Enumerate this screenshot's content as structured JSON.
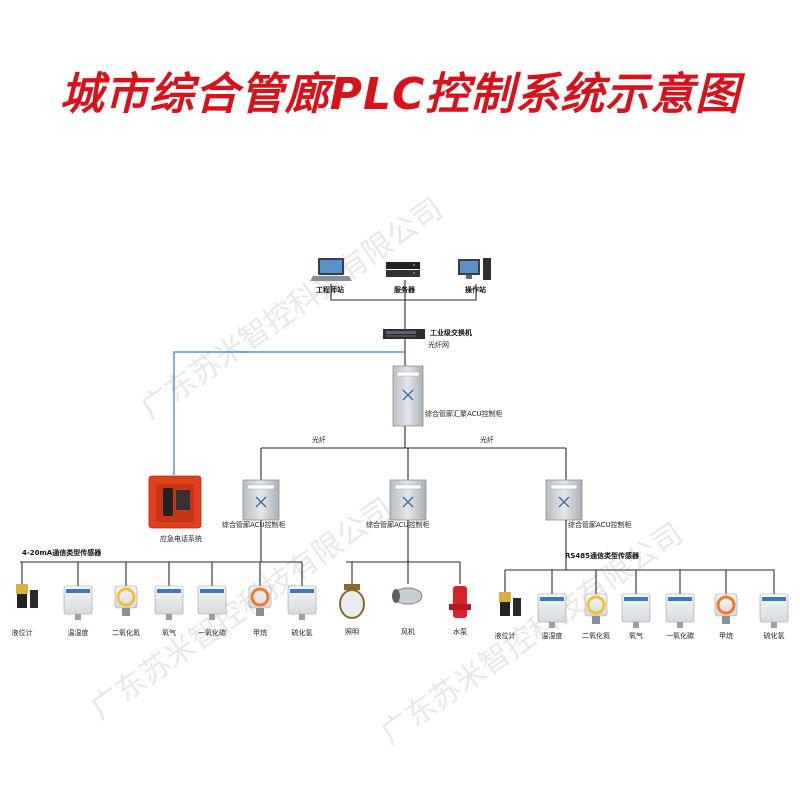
{
  "title": "城市综合管廊PLC控制系统示意图",
  "watermark": "广东苏米智控科技有限公司",
  "top_devices": {
    "engineer": "工程师站",
    "server": "服务器",
    "operator": "操作站"
  },
  "switch": {
    "label": "工业级交换机",
    "net": "光纤网"
  },
  "main_cabinet": {
    "label": "综合管廊汇聚ACU控制柜"
  },
  "fiber_left": "光纤",
  "fiber_right": "光纤",
  "cabinets": {
    "left": "综合管廊ACU控制柜",
    "mid": "综合管廊ACU控制柜",
    "right": "综合管廊ACU控制柜"
  },
  "phone": {
    "label": "应急电话系统"
  },
  "bus_left": "4-20mA通信类型传感器",
  "bus_right": "RS485通信类型传感器",
  "sensors_left": [
    "液位计",
    "温湿度",
    "二氧化氮",
    "氧气",
    "一氧化碳",
    "甲烷",
    "硫化氢"
  ],
  "mid_devices": [
    "照明",
    "风机",
    "水泵"
  ],
  "sensors_right": [
    "液位计",
    "温湿度",
    "二氧化氮",
    "氧气",
    "一氧化碳",
    "甲烷",
    "硫化氢"
  ],
  "colors": {
    "title": "#d8121b",
    "fiber": "#2f7fc6",
    "phone": "#e0401e",
    "cabinet": "#cfd4d9"
  }
}
